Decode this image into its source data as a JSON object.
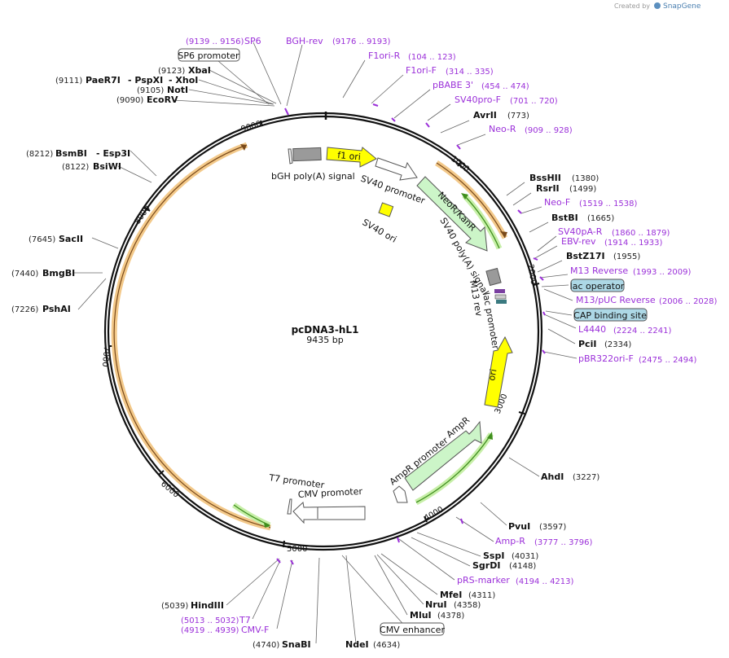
{
  "plasmid": {
    "name": "pcDNA3-hL1",
    "size": "9435 bp"
  },
  "credit": {
    "prefix": "Created by",
    "brand": "SnapGene"
  },
  "ticks": [
    "1000",
    "2000",
    "3000",
    "4000",
    "5000",
    "6000",
    "7000",
    "8000",
    "9000"
  ],
  "features": {
    "bgh": "bGH poly(A) signal",
    "f1ori": "f1 ori",
    "sv40prom": "SV40 promoter",
    "sv40ori": "SV40 ori",
    "neor": "NeoR/KanR",
    "sv40pa": "SV40 poly(A) signal",
    "m13rev": "M13 rev",
    "lacprom": "lac promoter",
    "ori": "ori",
    "ampr": "AmpR",
    "amprprom": "AmpR promoter",
    "t7prom": "T7 promoter",
    "cmvprom": "CMV promoter"
  },
  "boxes": {
    "sp6prom": "SP6 promoter",
    "lacop": "lac operator",
    "cap": "CAP binding site",
    "cmvenh": "CMV enhancer"
  },
  "sites": {
    "avrii": {
      "name": "AvrII",
      "pos": "(773)"
    },
    "bsshii": {
      "name": "BssHII",
      "pos": "(1380)"
    },
    "rsrii": {
      "name": "RsrII",
      "pos": "(1499)"
    },
    "bstbi": {
      "name": "BstBI",
      "pos": "(1665)"
    },
    "bstz17i": {
      "name": "BstZ17I",
      "pos": "(1955)"
    },
    "pcii": {
      "name": "PciI",
      "pos": "(2334)"
    },
    "ahdi": {
      "name": "AhdI",
      "pos": "(3227)"
    },
    "pvui": {
      "name": "PvuI",
      "pos": "(3597)"
    },
    "sspi": {
      "name": "SspI",
      "pos": "(4031)"
    },
    "sgrdi": {
      "name": "SgrDI",
      "pos": "(4148)"
    },
    "mfei": {
      "name": "MfeI",
      "pos": "(4311)"
    },
    "nrui": {
      "name": "NruI",
      "pos": "(4358)"
    },
    "mlui": {
      "name": "MluI",
      "pos": "(4378)"
    },
    "ndei": {
      "name": "NdeI",
      "pos": "(4634)"
    },
    "snabi": {
      "name": "SnaBI",
      "pos": "(4740)"
    },
    "hindiii": {
      "name": "HindIII",
      "pos": "(5039)"
    },
    "pshai": {
      "name": "PshAI",
      "pos": "(7226)"
    },
    "bmgbi": {
      "name": "BmgBI",
      "pos": "(7440)"
    },
    "sacii": {
      "name": "SacII",
      "pos": "(7645)"
    },
    "bsiwi": {
      "name": "BsiWI",
      "pos": "(8122)"
    },
    "bsmbi": {
      "name": "BsmBI",
      "pos": "(8212)"
    },
    "esp3i": {
      "name": "- Esp3I"
    },
    "ecorv": {
      "name": "EcoRV",
      "pos": "(9090)"
    },
    "noti": {
      "name": "NotI",
      "pos": "(9105)"
    },
    "pae": {
      "name": "PaeR7I",
      "pos": "(9111)"
    },
    "pspxi": {
      "name": "- PspXI"
    },
    "xhoi": {
      "name": "- XhoI"
    },
    "xbai": {
      "name": "XbaI",
      "pos": "(9123)"
    }
  },
  "primers": {
    "sp6": {
      "name": "SP6",
      "pos": "(9139 .. 9156)"
    },
    "bghrev": {
      "name": "BGH-rev",
      "pos": "(9176 .. 9193)"
    },
    "f1orir": {
      "name": "F1ori-R",
      "pos": "(104 .. 123)"
    },
    "f1orif": {
      "name": "F1ori-F",
      "pos": "(314 .. 335)"
    },
    "pbabe": {
      "name": "pBABE 3'",
      "pos": "(454 .. 474)"
    },
    "sv40prof": {
      "name": "SV40pro-F",
      "pos": "(701 .. 720)"
    },
    "neor": {
      "name": "Neo-R",
      "pos": "(909 .. 928)"
    },
    "neof": {
      "name": "Neo-F",
      "pos": "(1519 .. 1538)"
    },
    "sv40par": {
      "name": "SV40pA-R",
      "pos": "(1860 .. 1879)"
    },
    "ebvrev": {
      "name": "EBV-rev",
      "pos": "(1914 .. 1933)"
    },
    "m13reverse": {
      "name": "M13 Reverse",
      "pos": "(1993 .. 2009)"
    },
    "m13puc": {
      "name": "M13/pUC Reverse",
      "pos": "(2006 .. 2028)"
    },
    "l4440": {
      "name": "L4440",
      "pos": "(2224 .. 2241)"
    },
    "pbr322": {
      "name": "pBR322ori-F",
      "pos": "(2475 .. 2494)"
    },
    "ampr": {
      "name": "Amp-R",
      "pos": "(3777 .. 3796)"
    },
    "prs": {
      "name": "pRS-marker",
      "pos": "(4194 .. 4213)"
    },
    "t7": {
      "name": "T7",
      "pos": "(5013 .. 5032)"
    },
    "cmvf": {
      "name": "CMV-F",
      "pos": "(4919 .. 4939)"
    }
  }
}
